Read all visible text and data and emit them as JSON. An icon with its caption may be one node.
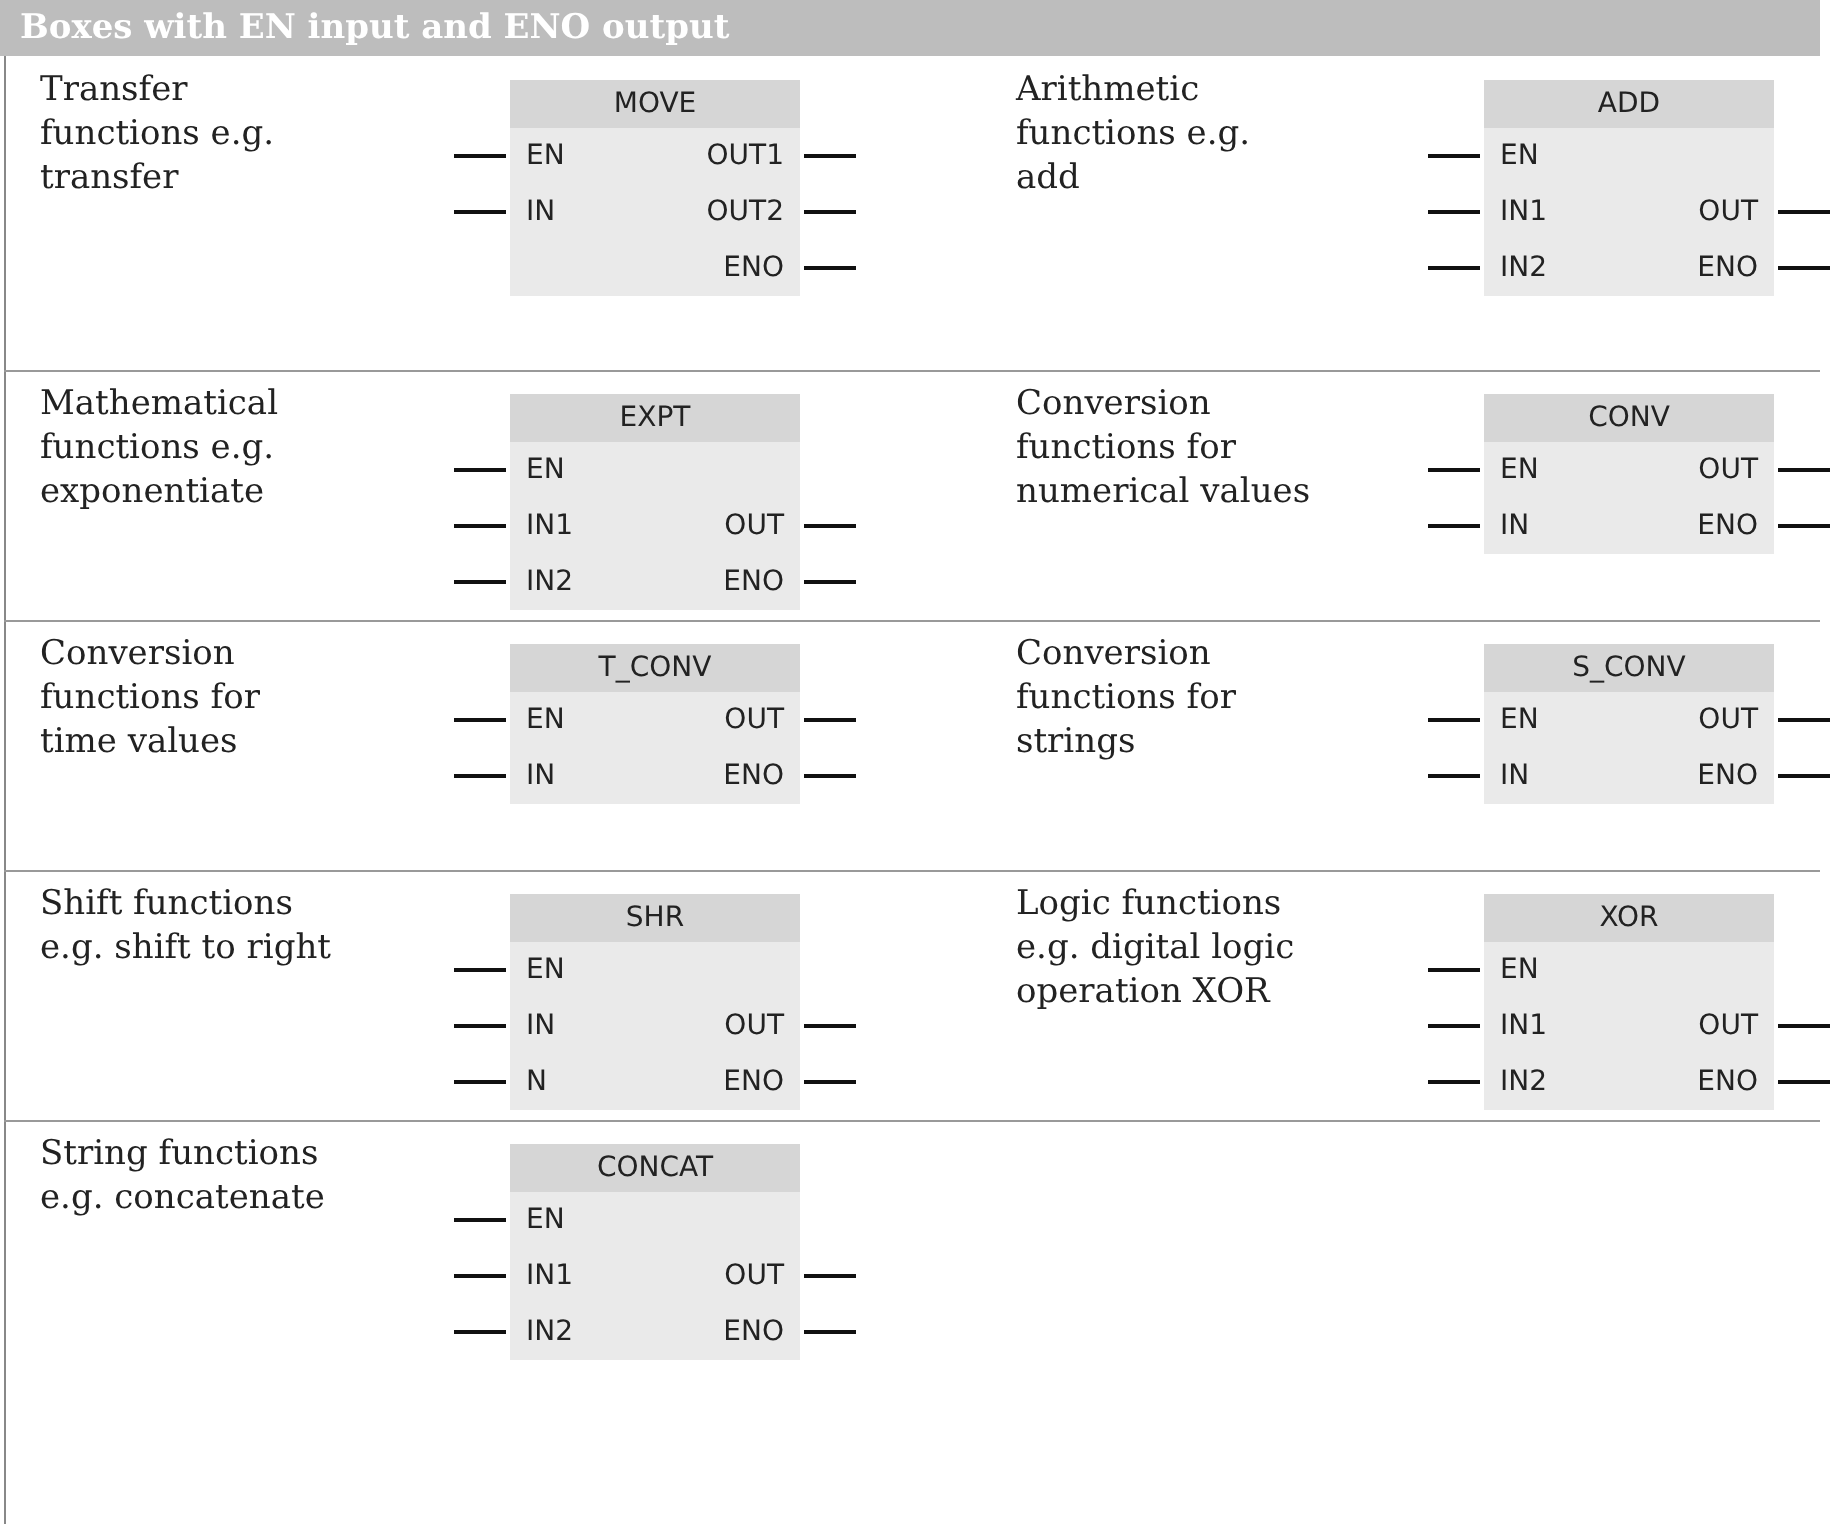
{
  "diagram": {
    "title": "Boxes with EN input and ENO output",
    "nodes": [
      {
        "text": [
          "MOVE",
          "EN",
          "OUT1",
          "IN",
          "OUT2",
          "ENO"
        ]
      },
      {
        "text": [
          "ADD",
          "EN",
          "IN1",
          "OUT",
          "IN2",
          "ENO"
        ]
      },
      {
        "text": [
          "EXPT",
          "EN",
          "IN1",
          "OUT",
          "IN2",
          "ENO"
        ]
      },
      {
        "text": [
          "CONV",
          "EN",
          "OUT",
          "IN",
          "ENO"
        ]
      },
      {
        "text": [
          "T_CONV",
          "EN",
          "OUT",
          "IN",
          "ENO"
        ]
      },
      {
        "text": [
          "S_CONV",
          "EN",
          "OUT",
          "IN",
          "ENO"
        ]
      },
      {
        "text": [
          "SHR",
          "EN",
          "IN",
          "OUT",
          "N",
          "ENO"
        ]
      },
      {
        "text": [
          "XOR",
          "EN",
          "IN1",
          "OUT",
          "IN2",
          "ENO"
        ]
      },
      {
        "text": [
          "CONCAT",
          "EN",
          "IN1",
          "OUT",
          "IN2",
          "ENO"
        ]
      }
    ],
    "labels": [
      "Transfer functions e.g. transfer",
      "Arithmetic functions e.g. add",
      "Mathematical functions e.g. exponentiate",
      "Conversion functions for numerical values",
      "Conversion functions for time values",
      "Conversion functions for strings",
      "Shift functions e.g. shift to right",
      "Logic functions e.g. digital logic operation XOR",
      "String functions e.g. concatenate"
    ]
  }
}
